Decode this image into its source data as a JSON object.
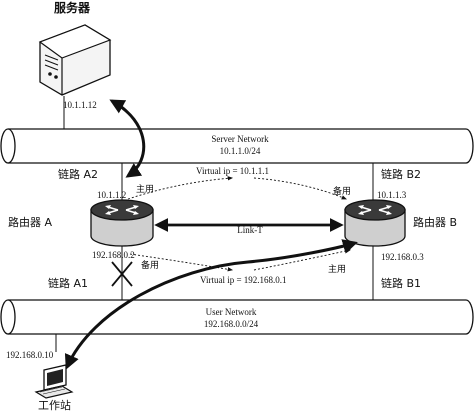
{
  "server": {
    "title": "服务器",
    "ip": "10.1.1.12"
  },
  "server_network": {
    "name": "Server Network",
    "subnet": "10.1.1.0/24"
  },
  "user_network": {
    "name": "User Network",
    "subnet": "192.168.0.0/24"
  },
  "links": {
    "a2": "链路 A2",
    "b2": "链路 B2",
    "a1": "链路 A1",
    "b1": "链路 B1",
    "link_t": "Link-T"
  },
  "router_a": {
    "name": "路由器 A",
    "ip_top": "10.1.1.2",
    "ip_bottom": "192.168.0.2"
  },
  "router_b": {
    "name": "路由器 B",
    "ip_top": "10.1.1.3",
    "ip_bottom": "192.168.0.3"
  },
  "vrrp": {
    "virtual_top": "Virtual ip = 10.1.1.1",
    "virtual_bottom": "Virtual ip = 192.168.0.1",
    "master_top": "主用",
    "backup_top": "备用",
    "backup_bottom": "备用",
    "master_bottom": "主用"
  },
  "workstation": {
    "title": "工作站",
    "ip": "192.168.0.10"
  },
  "colors": {
    "line": "#111111",
    "pipe_fill": "#ffffff",
    "router_fill": "#d0d0d0",
    "router_top": "#3a3a3a",
    "server_fill": "#f4f4f4"
  }
}
